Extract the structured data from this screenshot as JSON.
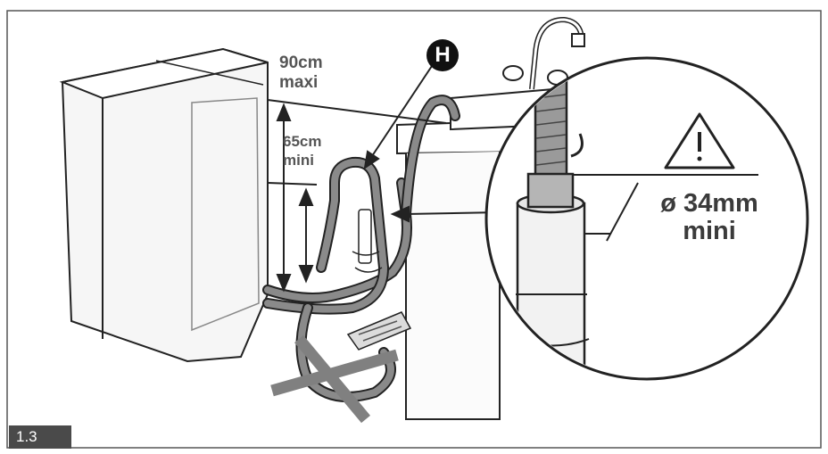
{
  "labels": {
    "max_height": "90cm",
    "max_word": "maxi",
    "min_height": "65cm",
    "min_word": "mini",
    "diameter": "ø 34mm",
    "diameter_word": "mini"
  },
  "marker": "H",
  "figure_number": "1.3",
  "icons": [
    "warning-triangle-icon",
    "prohibited-cross-icon",
    "arrow-icon"
  ],
  "colors": {
    "line": "#222222",
    "hose": "#8a8a8a",
    "badge": "#4a4a4a",
    "cross": "#808080",
    "text": "#555555"
  }
}
